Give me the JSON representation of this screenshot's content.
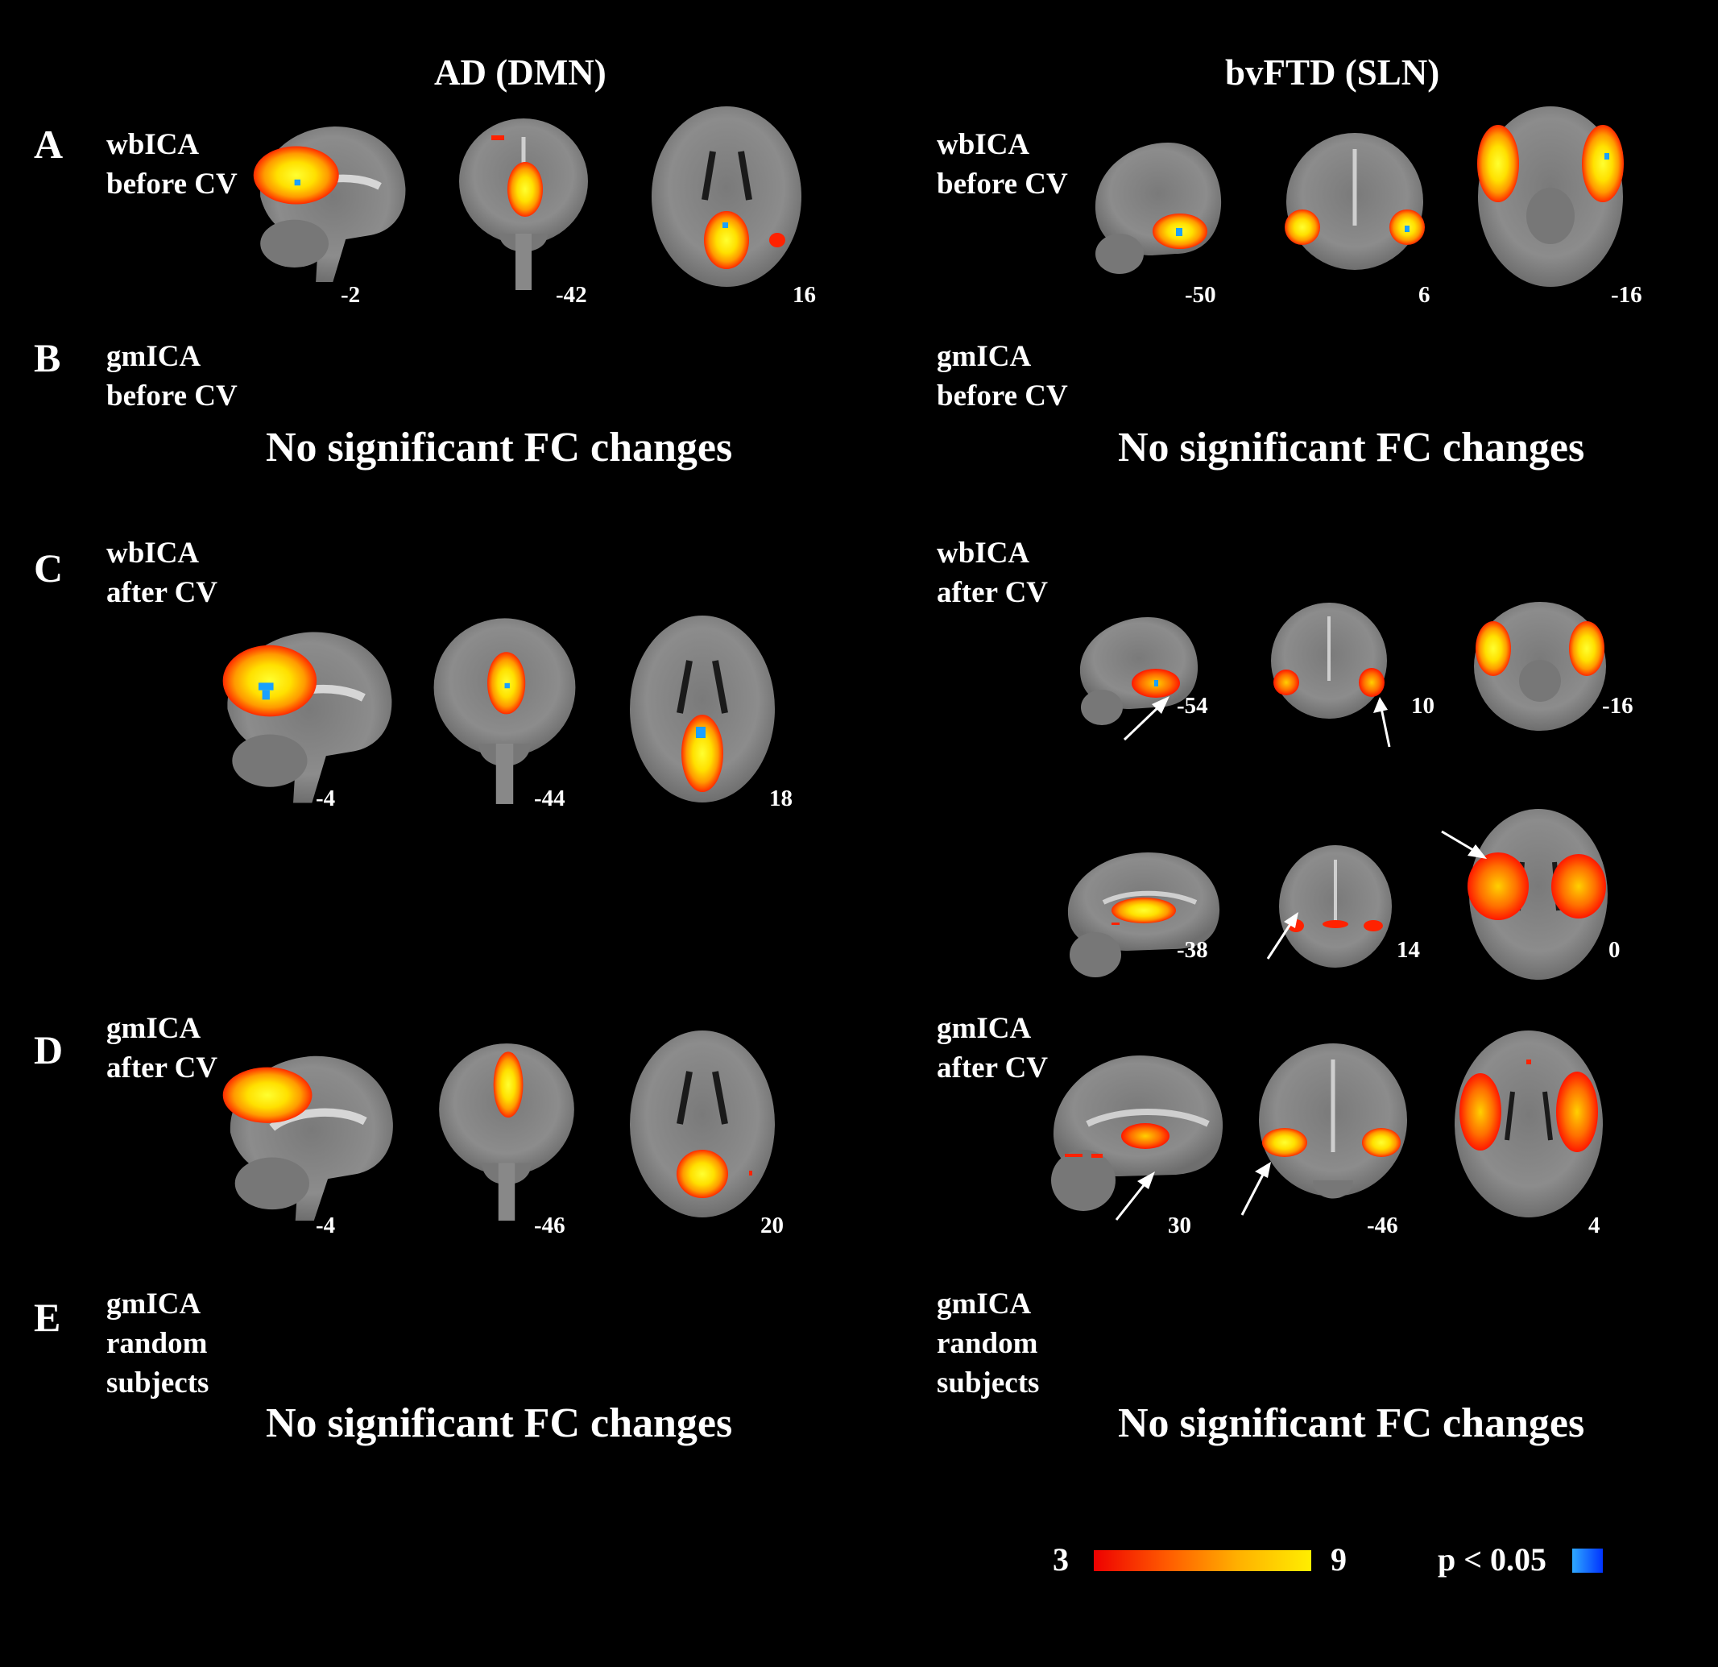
{
  "columns": {
    "ad": "AD (DMN)",
    "bvftd": "bvFTD (SLN)"
  },
  "rows": {
    "a": {
      "letter": "A",
      "ad_method": "wbICA\nbefore CV",
      "bvftd_method": "wbICA\nbefore CV",
      "ad_coords": [
        "-2",
        "-42",
        "16"
      ],
      "bvftd_coords": [
        "-50",
        "6",
        "-16"
      ]
    },
    "b": {
      "letter": "B",
      "ad_method": "gmICA\nbefore CV",
      "bvftd_method": "gmICA\nbefore CV",
      "ad_result": "No significant FC changes",
      "bvftd_result": "No significant FC changes"
    },
    "c": {
      "letter": "C",
      "ad_method": "wbICA\nafter CV",
      "bvftd_method": "wbICA\nafter CV",
      "ad_coords": [
        "-4",
        "-44",
        "18"
      ],
      "bvftd_coords_top": [
        "-54",
        "10",
        "-16"
      ],
      "bvftd_coords_bottom": [
        "-38",
        "14",
        "0"
      ]
    },
    "d": {
      "letter": "D",
      "ad_method": "gmICA\nafter CV",
      "bvftd_method": "gmICA\nafter CV",
      "ad_coords": [
        "-4",
        "-46",
        "20"
      ],
      "bvftd_coords": [
        "30",
        "-46",
        "4"
      ]
    },
    "e": {
      "letter": "E",
      "ad_method": "gmICA\nrandom\nsubjects",
      "bvftd_method": "gmICA\nrandom\nsubjects",
      "ad_result": "No significant FC changes",
      "bvftd_result": "No significant FC changes"
    }
  },
  "legend": {
    "min": "3",
    "max": "9",
    "p_label": "p < 0.05",
    "colors": {
      "low": "#ee0000",
      "high": "#ffee00",
      "p_low": "#2ea8ff",
      "p_high": "#0033ff"
    }
  },
  "icons": {
    "sagittal": "sagittal-brain-slice",
    "coronal": "coronal-brain-slice",
    "axial": "axial-brain-slice",
    "arrow": "white-arrow-pointer"
  }
}
